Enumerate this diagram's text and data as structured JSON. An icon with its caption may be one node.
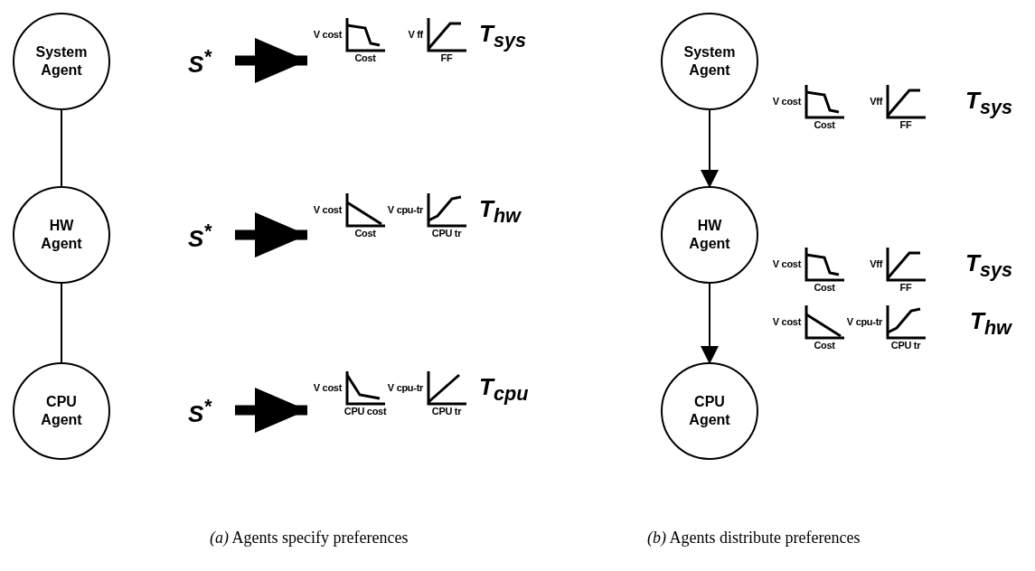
{
  "diagram": {
    "nodes": [
      {
        "text": [
          "System Agent"
        ]
      },
      {
        "text": [
          "S$^{*}$"
        ]
      },
      {
        "text": [
          "V cost",
          "Cost",
          "V ff",
          "FF",
          "T$_{sys}$"
        ]
      },
      {
        "text": [
          "HW Agent"
        ]
      },
      {
        "text": [
          "S$^{*}$"
        ]
      },
      {
        "text": [
          "V cost",
          "Cost",
          "V cpu-tr",
          "CPU tr",
          "T$_{hw}$"
        ]
      },
      {
        "text": [
          "CPU Agent"
        ]
      },
      {
        "text": [
          "S$^{*}$"
        ]
      },
      {
        "text": [
          "V cost",
          "CPU cost",
          "V cpu-tr",
          "CPU tr",
          "T$_{cpu}$"
        ]
      },
      {
        "text": [
          "System Agent"
        ]
      },
      {
        "text": [
          "HW Agent"
        ]
      },
      {
        "text": [
          "CPU Agent"
        ]
      }
    ],
    "edges": [
      {
        "from": 0,
        "to": 3,
        "arrow": "none"
      },
      {
        "from": 3,
        "to": 6,
        "arrow": "none"
      },
      {
        "from": 1,
        "to": 2,
        "arrow": "to",
        "style": "thick"
      },
      {
        "from": 4,
        "to": 5,
        "arrow": "to",
        "style": "thick"
      },
      {
        "from": 7,
        "to": 8,
        "arrow": "to",
        "style": "thick"
      },
      {
        "from": 9,
        "to": 10,
        "arrow": "to"
      },
      {
        "from": 10,
        "to": 11,
        "arrow": "to"
      }
    ],
    "labels": [
      "V cost",
      "Cost",
      "Vff",
      "FF",
      "T$_{sys}$",
      "V cost",
      "Cost",
      "Vff",
      "FF",
      "T$_{sys}$",
      "V cost",
      "Cost",
      "V cpu-tr",
      "CPU tr",
      "T$_{hw}$",
      "*(a)* Agents specify preferences",
      "*(b)* Agents distribute preferences"
    ]
  }
}
